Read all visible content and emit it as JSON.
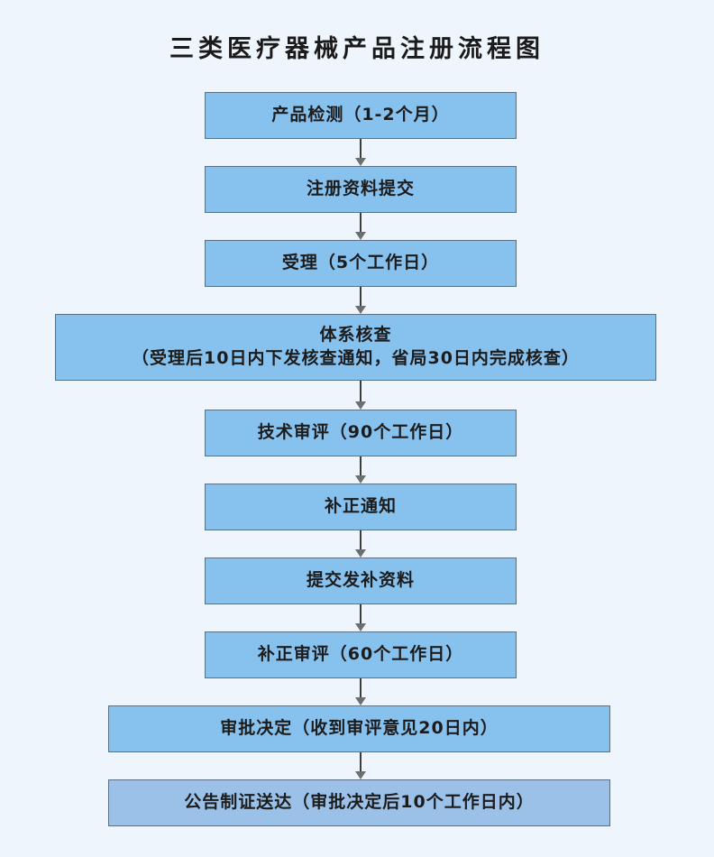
{
  "title": "三类医疗器械产品注册流程图",
  "steps": [
    {
      "line1": "产品检测（1-2个月）"
    },
    {
      "line1": "注册资料提交"
    },
    {
      "line1": "受理（5个工作日）"
    },
    {
      "line1": "体系核查",
      "line2": "（受理后10日内下发核查通知，省局30日内完成核查）"
    },
    {
      "line1": "技术审评（90个工作日）"
    },
    {
      "line1": "补正通知"
    },
    {
      "line1": "提交发补资料"
    },
    {
      "line1": "补正审评（60个工作日）"
    },
    {
      "line1": "审批决定（收到审评意见20日内）"
    },
    {
      "line1": "公告制证送达（审批决定后10个工作日内）"
    }
  ],
  "colors": {
    "background": "#eef5fd",
    "box_fill": "#87c1ee",
    "last_box_fill": "#9cc1e8",
    "box_border": "#5d6f84",
    "arrow": "#3d3d3d"
  }
}
